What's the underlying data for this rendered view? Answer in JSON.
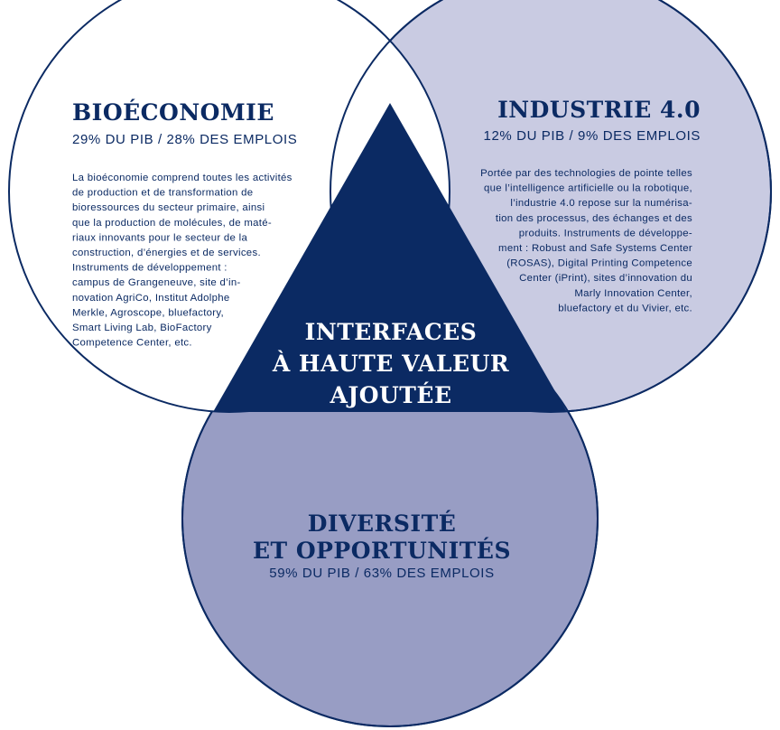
{
  "colors": {
    "navy": "#0b2a63",
    "lavender": "#c9cbe2",
    "periwinkle": "#989dc4",
    "white": "#ffffff"
  },
  "bioeconomie": {
    "title": "BIOÉCONOMIE",
    "stats": "29% DU PIB /  28% DES EMPLOIS",
    "lines": [
      "La bioéconomie comprend toutes les activités",
      "de production et de transformation  de",
      "bioressources du secteur primaire,  ainsi",
      "que la production de molécules, de maté-",
      "riaux innovants pour le secteur de la",
      "construction, d’énergies et de services.",
      "Instruments de développement :",
      "campus de Grangeneuve, site d’in-",
      "novation  AgriCo, Institut  Adolphe",
      "Merkle, Agroscope, bluefactory,",
      "Smart  Living Lab, BioFactory",
      "Competence Center, etc."
    ]
  },
  "industrie": {
    "title": "INDUSTRIE  4.0",
    "stats": "12% DU PIB /  9% DES EMPLOIS",
    "lines": [
      "Portée par des technologies de pointe telles",
      "que l’intelligence artificielle ou la robotique,",
      "l’industrie 4.0 repose sur la numérisa-",
      "tion des processus, des échanges et des",
      "produits. Instruments de développe-",
      "ment : Robust and Safe Systems Center",
      "(ROSAS), Digital Printing Competence",
      "Center (iPrint), sites d’innovation du",
      "Marly Innovation Center,",
      "bluefactory  et du Vivier, etc."
    ]
  },
  "interfaces": {
    "lines": [
      "INTERFACES",
      "À HAUTE VALEUR",
      "AJOUTÉE"
    ]
  },
  "diversite": {
    "lines": [
      "DIVERSITÉ",
      "ET OPPORTUNITÉS"
    ],
    "stats": "59% DU PIB /  63% DES EMPLOIS"
  }
}
